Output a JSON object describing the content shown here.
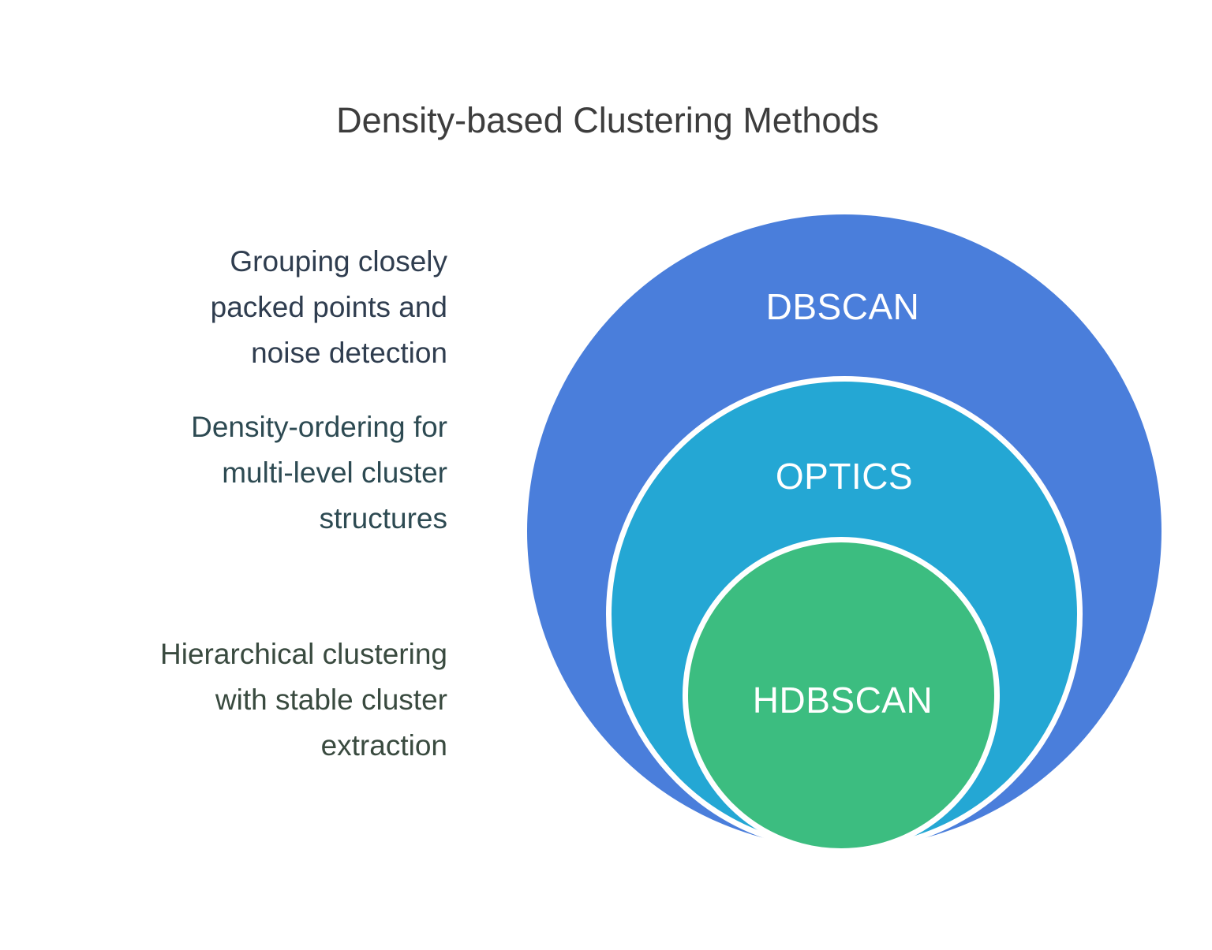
{
  "title": "Density-based Clustering Methods",
  "colors": {
    "background": "#ffffff",
    "title_text": "#3d3d3d",
    "dbscan_fill": "#4a7edb",
    "optics_fill": "#24a7d4",
    "hdbscan_fill": "#3cbd80",
    "circle_border": "#ffffff",
    "circle_label_text": "#ffffff",
    "desc_dbscan_text": "#2f3d4f",
    "desc_optics_text": "#2d4a52",
    "desc_hdbscan_text": "#394a3f"
  },
  "diagram": {
    "type": "nested-circles",
    "rings": [
      {
        "level": "outer",
        "label": "DBSCAN",
        "color": "#4a7edb",
        "description": "Grouping closely packed points and noise detection"
      },
      {
        "level": "middle",
        "label": "OPTICS",
        "color": "#24a7d4",
        "description": "Density-ordering for multi-level cluster structures"
      },
      {
        "level": "inner",
        "label": "HDBSCAN",
        "color": "#3cbd80",
        "description": "Hierarchical clustering with stable cluster extraction"
      }
    ]
  },
  "left_labels": [
    {
      "line1": "Grouping closely",
      "line2": "packed points and",
      "line3": "noise detection"
    },
    {
      "line1": "Density-ordering for",
      "line2": "multi-level cluster",
      "line3": "structures"
    },
    {
      "line1": "Hierarchical clustering",
      "line2": "with stable cluster",
      "line3": "extraction"
    }
  ]
}
